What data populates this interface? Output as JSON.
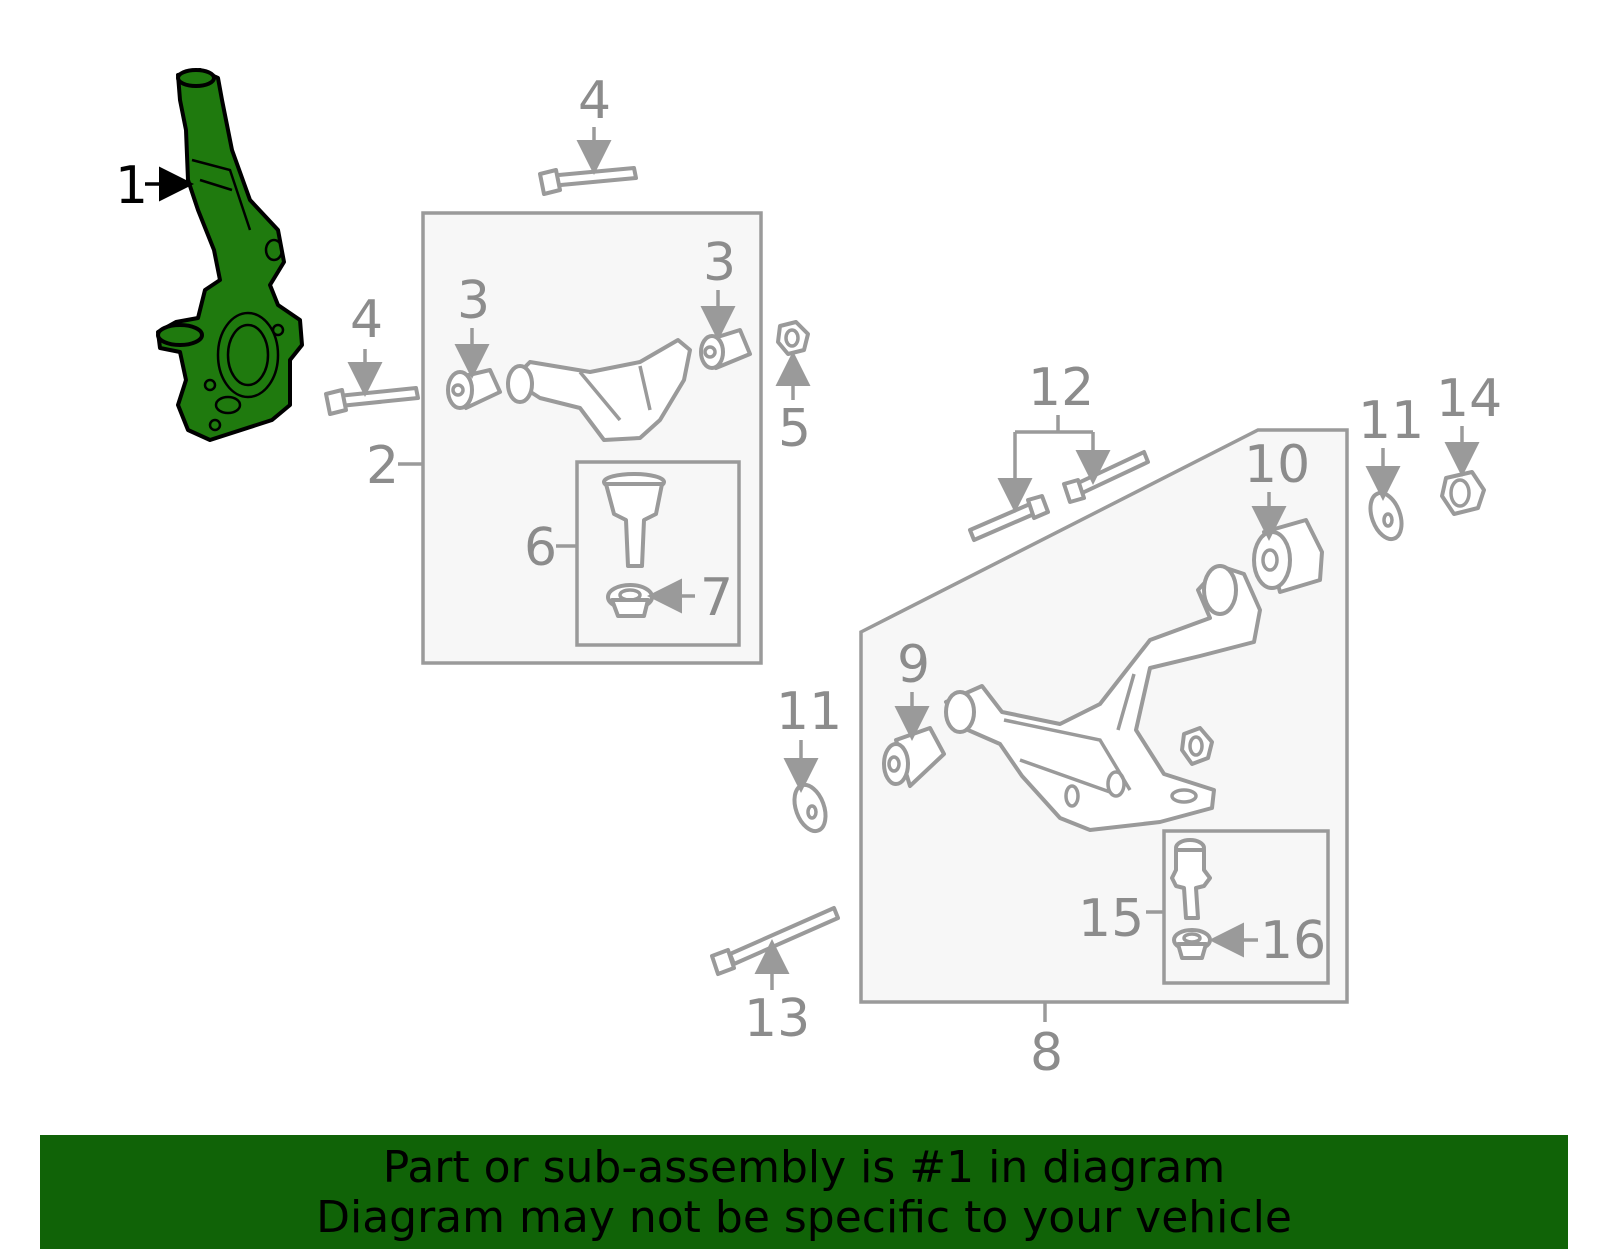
{
  "callouts": {
    "c1": "1",
    "c2": "2",
    "c3a": "3",
    "c3b": "3",
    "c4a": "4",
    "c4b": "4",
    "c5": "5",
    "c6": "6",
    "c7": "7",
    "c8": "8",
    "c9": "9",
    "c10": "10",
    "c11a": "11",
    "c11b": "11",
    "c12": "12",
    "c13": "13",
    "c14": "14",
    "c15": "15",
    "c16": "16"
  },
  "banner": {
    "line1": "Part or sub-assembly is #1 in diagram",
    "line2": "Diagram may not be specific to your vehicle"
  },
  "colors": {
    "highlight_part": "#1f7a0e",
    "banner_bg": "#106307",
    "line_gray": "#9a9a9a"
  }
}
